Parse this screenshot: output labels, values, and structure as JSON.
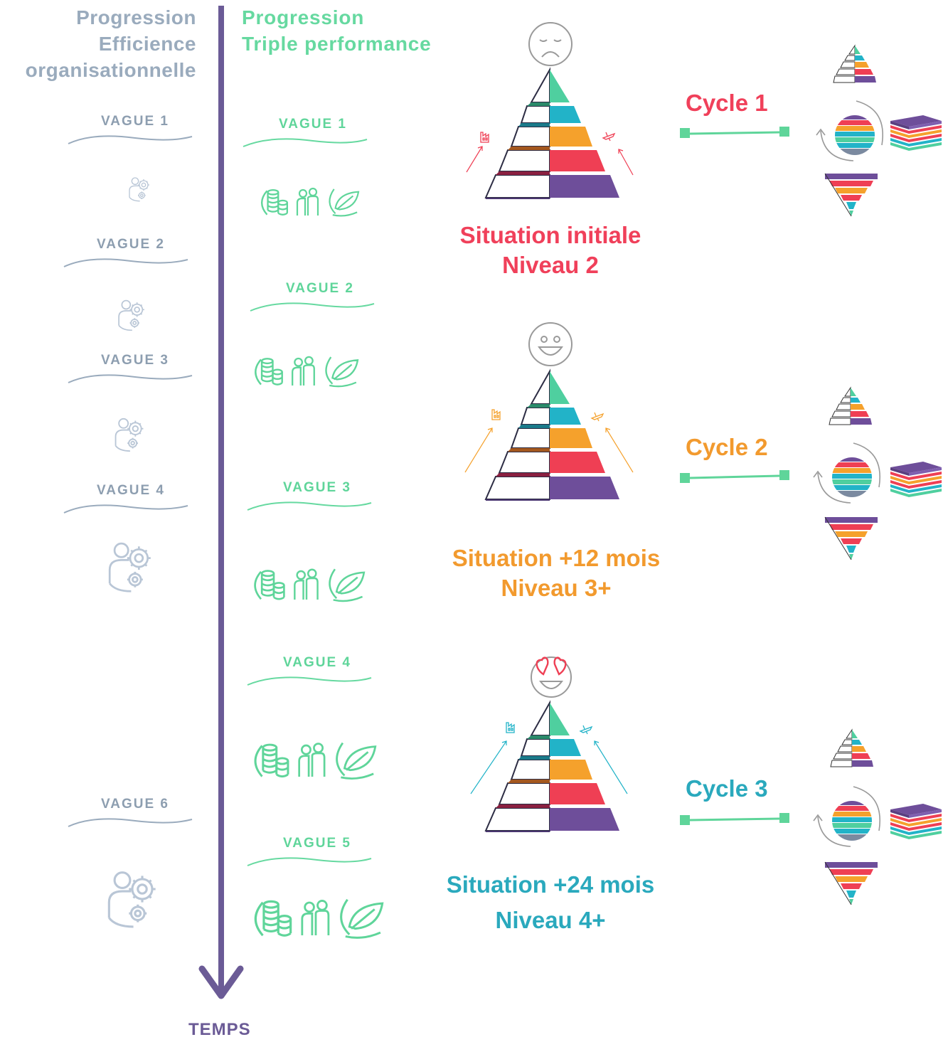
{
  "left_column": {
    "title": [
      "Progression",
      "Efficience",
      "organisationnelle"
    ],
    "waves": [
      "VAGUE 1",
      "VAGUE 2",
      "VAGUE 3",
      "VAGUE 4",
      "VAGUE 6"
    ],
    "icon": "team-gear-icon"
  },
  "middle_column": {
    "title": [
      "Progression",
      "Triple performance"
    ],
    "waves": [
      "VAGUE 1",
      "VAGUE 2",
      "VAGUE 3",
      "VAGUE 4",
      "VAGUE 5"
    ],
    "icons": [
      "coins-icon",
      "people-icon",
      "leaf-icon"
    ]
  },
  "timeline": {
    "label": "TEMPS",
    "color": "#6b5b96"
  },
  "situations": [
    {
      "line1": "Situation initiale",
      "line2": "Niveau 2",
      "color": "#f0405a",
      "emoji": "sad-face-icon"
    },
    {
      "line1": "Situation +12 mois",
      "line2": "Niveau  3+",
      "color": "#f29a2e",
      "emoji": "smile-face-icon"
    },
    {
      "line1": "Situation +24 mois",
      "line2": "Niveau  4+",
      "color": "#2aa9bd",
      "emoji": "heart-eyes-face-icon"
    }
  ],
  "cycles": [
    {
      "label": "Cycle 1",
      "color": "#f0405a"
    },
    {
      "label": "Cycle 2",
      "color": "#f29a2e"
    },
    {
      "label": "Cycle 3",
      "color": "#2aa9bd"
    }
  ],
  "palette": {
    "gray": "#9aabbd",
    "green": "#66d9a0",
    "pyramid": [
      "#4fcf9f",
      "#22b3c8",
      "#f5a12c",
      "#ef3f54",
      "#6e4e9a"
    ]
  }
}
